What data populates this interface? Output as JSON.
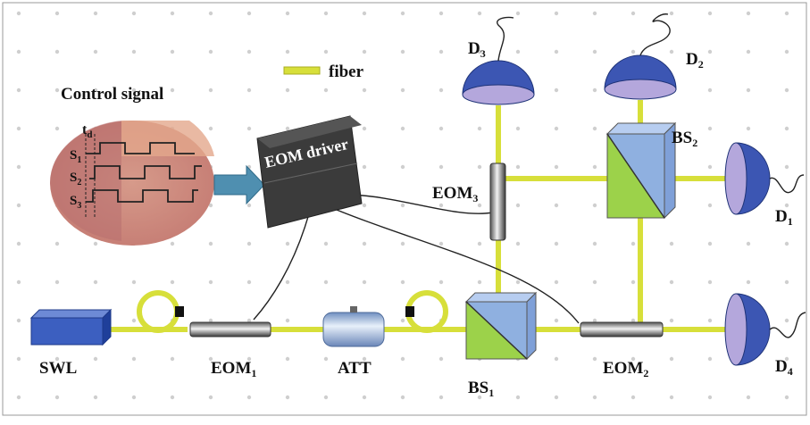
{
  "legend": {
    "fiber_label": "fiber"
  },
  "control_signal": {
    "title": "Control signal",
    "delay_label": "t",
    "delay_sub": "d",
    "signals": [
      {
        "label": "S",
        "sub": "1"
      },
      {
        "label": "S",
        "sub": "2"
      },
      {
        "label": "S",
        "sub": "3"
      }
    ]
  },
  "eom_driver": {
    "label": "EOM driver"
  },
  "components": {
    "swl": {
      "label": "SWL"
    },
    "eom1": {
      "label": "EOM",
      "sub": "1"
    },
    "att": {
      "label": "ATT"
    },
    "bs1": {
      "label": "BS",
      "sub": "1"
    },
    "eom2": {
      "label": "EOM",
      "sub": "2"
    },
    "eom3": {
      "label": "EOM",
      "sub": "3"
    },
    "bs2": {
      "label": "BS",
      "sub": "2"
    },
    "d1": {
      "label": "D",
      "sub": "1"
    },
    "d2": {
      "label": "D",
      "sub": "2"
    },
    "d3": {
      "label": "D",
      "sub": "3"
    },
    "d4": {
      "label": "D",
      "sub": "4"
    }
  },
  "colors": {
    "fiber": "#d7df3a",
    "detector_cap": "#3c56b3",
    "detector_face": "#b4a7dc",
    "bs_green": "#9cd24a",
    "bs_blue": "#8fb0e0",
    "driver_box": "#3b3b3b",
    "swl_box": "#3c5fc0",
    "arrow": "#4f8fb0"
  }
}
